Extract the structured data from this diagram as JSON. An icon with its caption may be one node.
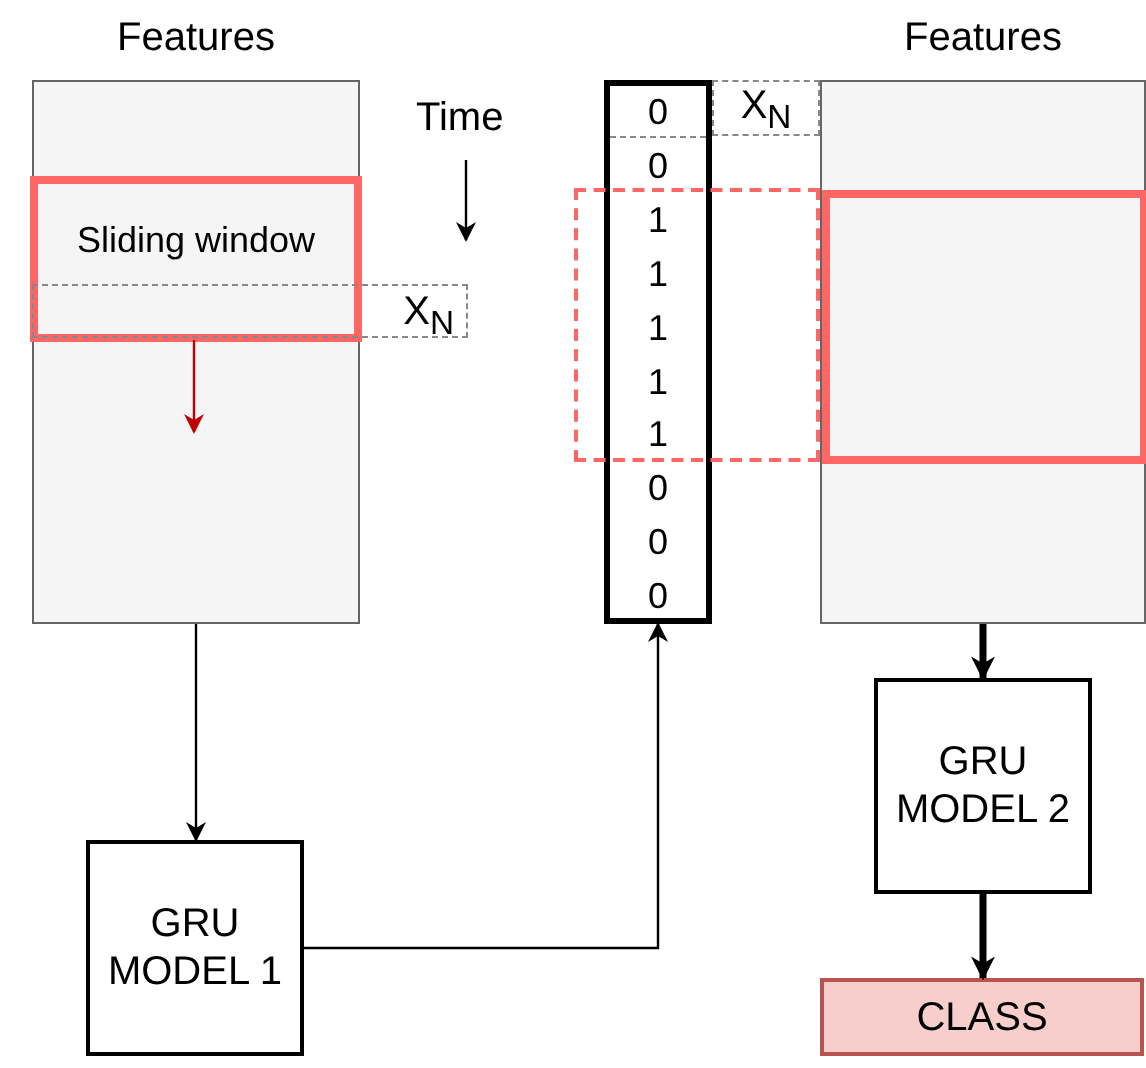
{
  "diagram": {
    "nodes": [
      {
        "text": [
          "Features"
        ]
      },
      {
        "text": [
          "Sliding window"
        ],
        "in": 0
      },
      {
        "text": [
          "X$_{N}$"
        ]
      },
      {
        "text": [
          "0",
          "0",
          "1",
          "1",
          "1",
          "1",
          "1",
          "0",
          "0",
          "0"
        ]
      },
      {
        "text": [
          "X$_{N}$"
        ]
      },
      {
        "text": [
          "Features"
        ]
      },
      {
        "text": [],
        "shape": "box",
        "in": 5
      },
      {
        "text": [],
        "shape": "box"
      },
      {
        "text": [
          "GRU MODEL 1"
        ]
      },
      {
        "text": [
          "GRU MODEL 2"
        ]
      },
      {
        "text": [
          "CLASS"
        ]
      }
    ],
    "edges": [
      {
        "from": 1,
        "to": null,
        "arrow": "to",
        "color": "#c00000"
      },
      {
        "from": 0,
        "to": 8,
        "arrow": "to"
      },
      {
        "from": 8,
        "to": 3,
        "arrow": "to"
      },
      {
        "from": 5,
        "to": 9,
        "arrow": "to",
        "style": "thick"
      },
      {
        "from": 9,
        "to": 10,
        "arrow": "to",
        "style": "thick"
      }
    ],
    "labels": [
      "Time"
    ]
  }
}
